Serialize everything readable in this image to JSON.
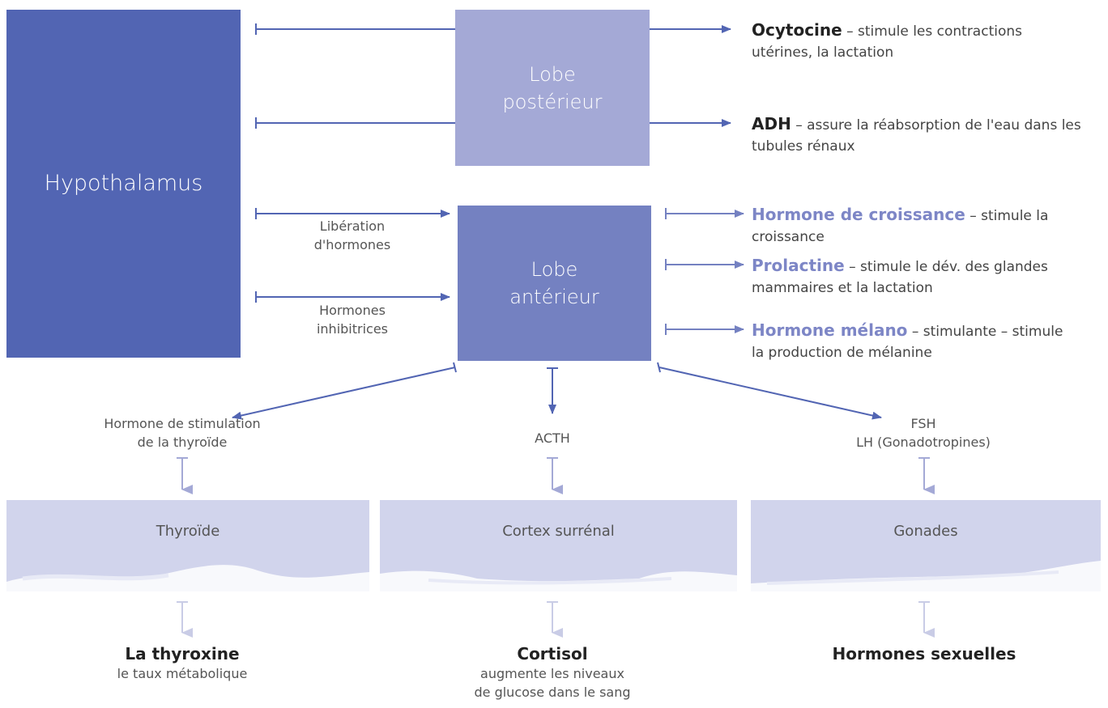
{
  "boxes": {
    "hypothalamus": "Hypothalamus",
    "posterior": [
      "Lobe",
      "postérieur"
    ],
    "anterior": [
      "Lobe",
      "antérieur"
    ]
  },
  "posterior_hormones": [
    {
      "name": "Ocytocine",
      "desc_1": " – stimule les contractions",
      "desc_2": "utérines, la lactation"
    },
    {
      "name": "ADH",
      "desc_1": " – assure la réabsorption de l'eau dans les",
      "desc_2": "tubules rénaux"
    }
  ],
  "anterior_hormones": [
    {
      "name": "Hormone de croissance",
      "desc_1": " – stimule la",
      "desc_2": "croissance"
    },
    {
      "name": "Prolactine",
      "desc_1": " – stimule le dév. des glandes",
      "desc_2": "mammaires et la lactation"
    },
    {
      "name": "Hormone mélano",
      "desc_1": " – stimulante – stimule",
      "desc_2": "la production de mélanine"
    }
  ],
  "hypo_signals": {
    "release": [
      "Libération",
      "d'hormones"
    ],
    "inhibit": [
      "Hormones",
      "inhibitrices"
    ]
  },
  "tropic": {
    "tsh": [
      "Hormone de stimulation",
      "de la thyroïde"
    ],
    "acth": "ACTH",
    "gonado": [
      "FSH",
      "LH (Gonadotropines)"
    ]
  },
  "glands": {
    "thyroid": "Thyroïde",
    "adrenal": "Cortex surrénal",
    "gonads": "Gonades"
  },
  "results": {
    "thyroid": {
      "name": "La thyroxine",
      "desc": [
        "le taux métabolique"
      ]
    },
    "adrenal": {
      "name": "Cortisol",
      "desc": [
        "augmente les niveaux",
        "de glucose dans le sang"
      ]
    },
    "gonads": {
      "name": "Hormones sexuelles",
      "desc": []
    }
  },
  "colors": {
    "hypothalamus": "#5265b3",
    "posterior": "#a4a9d6",
    "anterior": "#7481c1",
    "arrow": "#5265b3",
    "arrow_light": "#a4a9d6",
    "arrow_pale": "#c9cce6",
    "gland_band": "#d1d4ec",
    "accent_text": "#7d86c6"
  }
}
